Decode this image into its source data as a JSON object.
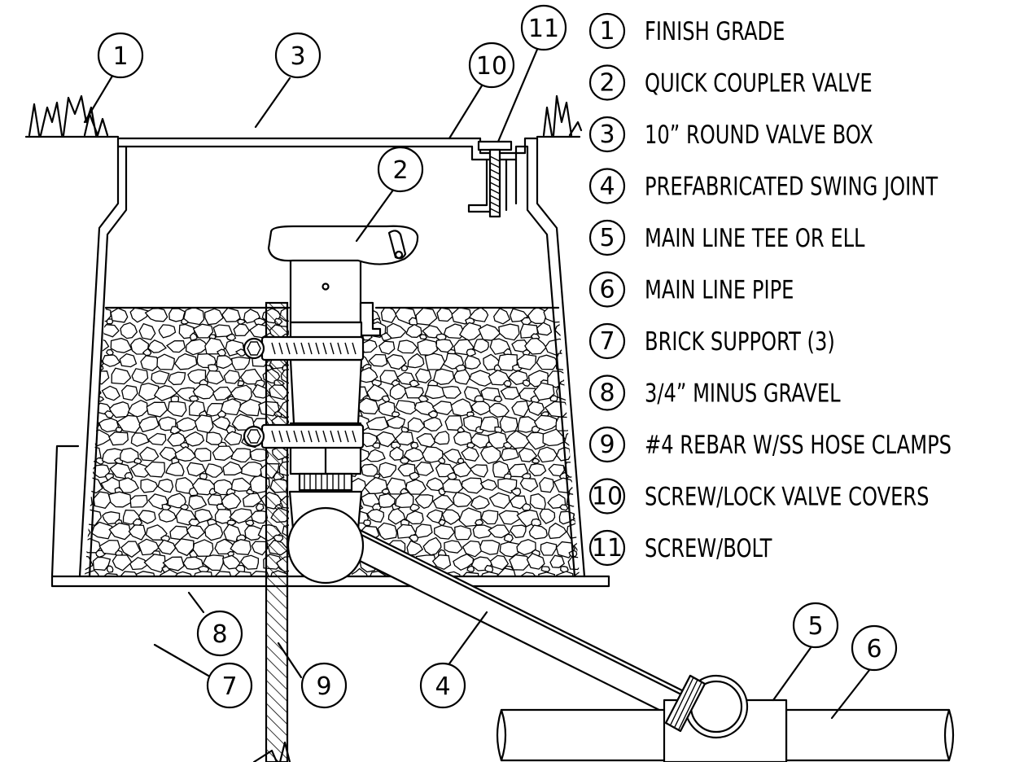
{
  "legend": [
    {
      "num": "1",
      "text": "FINISH GRADE"
    },
    {
      "num": "2",
      "text": "QUICK COUPLER VALVE"
    },
    {
      "num": "3",
      "text": "10” ROUND VALVE BOX"
    },
    {
      "num": "4",
      "text": "PREFABRICATED SWING JOINT"
    },
    {
      "num": "5",
      "text": "MAIN LINE TEE OR ELL"
    },
    {
      "num": "6",
      "text": "MAIN LINE PIPE"
    },
    {
      "num": "7",
      "text": "BRICK SUPPORT (3)"
    },
    {
      "num": "8",
      "text": "3/4” MINUS GRAVEL"
    },
    {
      "num": "9",
      "text": "#4 REBAR W/SS HOSE CLAMPS"
    },
    {
      "num": "10",
      "text": "SCREW/LOCK VALVE COVERS"
    },
    {
      "num": "11",
      "text": "SCREW/BOLT"
    }
  ],
  "callouts": {
    "c1": "1",
    "c2": "2",
    "c3": "3",
    "c4": "4",
    "c5": "5",
    "c6": "6",
    "c7": "7",
    "c8": "8",
    "c9": "9",
    "c10": "10",
    "c11": "11"
  }
}
